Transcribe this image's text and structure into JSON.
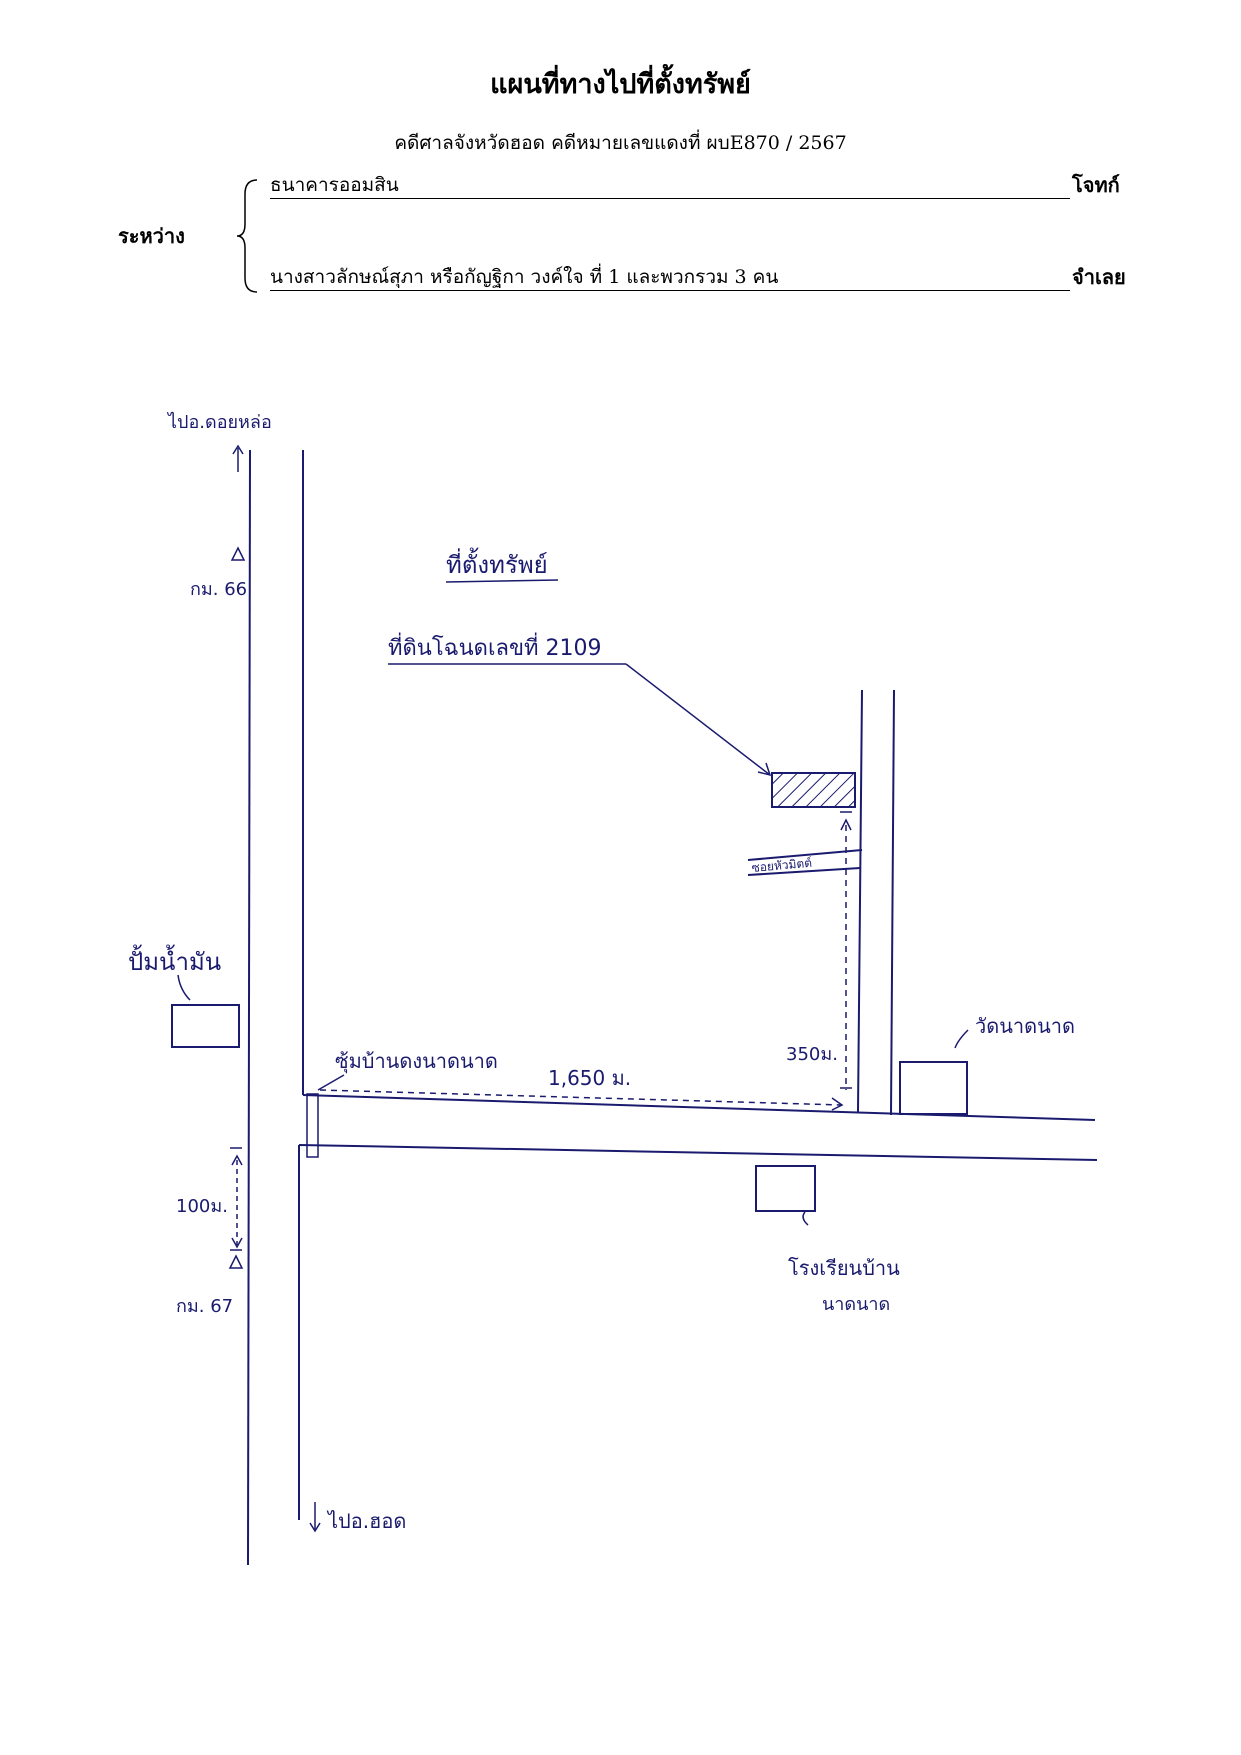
{
  "header": {
    "title": "แผนที่ทางไปที่ตั้งทรัพย์",
    "subtitle": "คดีศาลจังหวัดฮอด   คดีหมายเลขแดงที่   ผบE870 / 2567",
    "between_label": "ระหว่าง",
    "plaintiff": "ธนาคารออมสิน",
    "plaintiff_role": "โจทก์",
    "defendant": "นางสาวลักษณ์สุภา หรือกัญฐิกา  วงค์ใจ ที่ 1  และพวกรวม 3 คน",
    "defendant_role": "จำเลย"
  },
  "map": {
    "to_north": "ไปอ.ดอยหล่อ",
    "km_north": "กม. 66",
    "property_heading": "ที่ตั้งทรัพย์",
    "property_label": "ที่ดินโฉนดเลขที่  2109",
    "gas_station": "ปั้มน้ำมัน",
    "village_junction": "ซุ้มบ้านดงนาดนาด",
    "distance_east": "1,650  ม.",
    "distance_north": "350ม.",
    "side_road": "ซอยหัวมิตต์",
    "temple": "วัดนาดนาด",
    "school_line1": "โรงเรียนบ้าน",
    "school_line2": "นาดนาด",
    "distance_south": "100ม.",
    "km_south": "กม. 67",
    "to_south": "ไปอ.ฮอด"
  },
  "colors": {
    "ink": "#000000",
    "handwriting": "#1a1a6e"
  }
}
